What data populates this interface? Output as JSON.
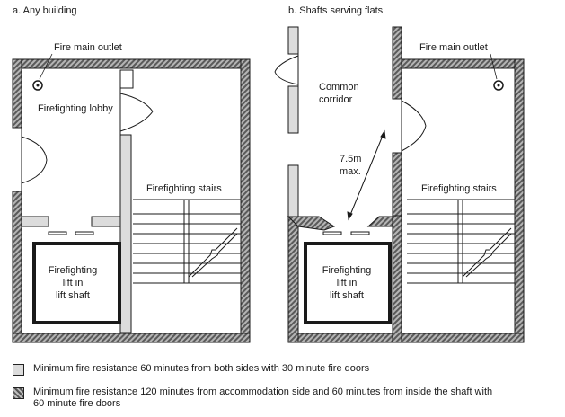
{
  "panel_a": {
    "title": "a. Any building",
    "fire_main_outlet": "Fire main outlet",
    "lobby": "Firefighting lobby",
    "stairs": "Firefighting stairs",
    "lift_lines": [
      "Firefighting",
      "lift in",
      "lift shaft"
    ]
  },
  "panel_b": {
    "title": "b. Shafts serving flats",
    "fire_main_outlet": "Fire main outlet",
    "corridor_lines": [
      "Common",
      "corridor"
    ],
    "distance_lines": [
      "7.5m",
      "max."
    ],
    "stairs": "Firefighting stairs",
    "lift_lines": [
      "Firefighting",
      "lift in",
      "lift shaft"
    ]
  },
  "legend": {
    "light": "Minimum fire resistance 60 minutes from both sides with 30 minute fire doors",
    "hatched_lines": [
      "Minimum fire resistance 120 minutes from accommodation side and 60 minutes from inside the shaft with",
      "60 minute fire doors"
    ]
  },
  "colors": {
    "light_wall": "#dcdcdc",
    "hatched_wall": "#9a9a9a",
    "line": "#1a1a1a"
  }
}
